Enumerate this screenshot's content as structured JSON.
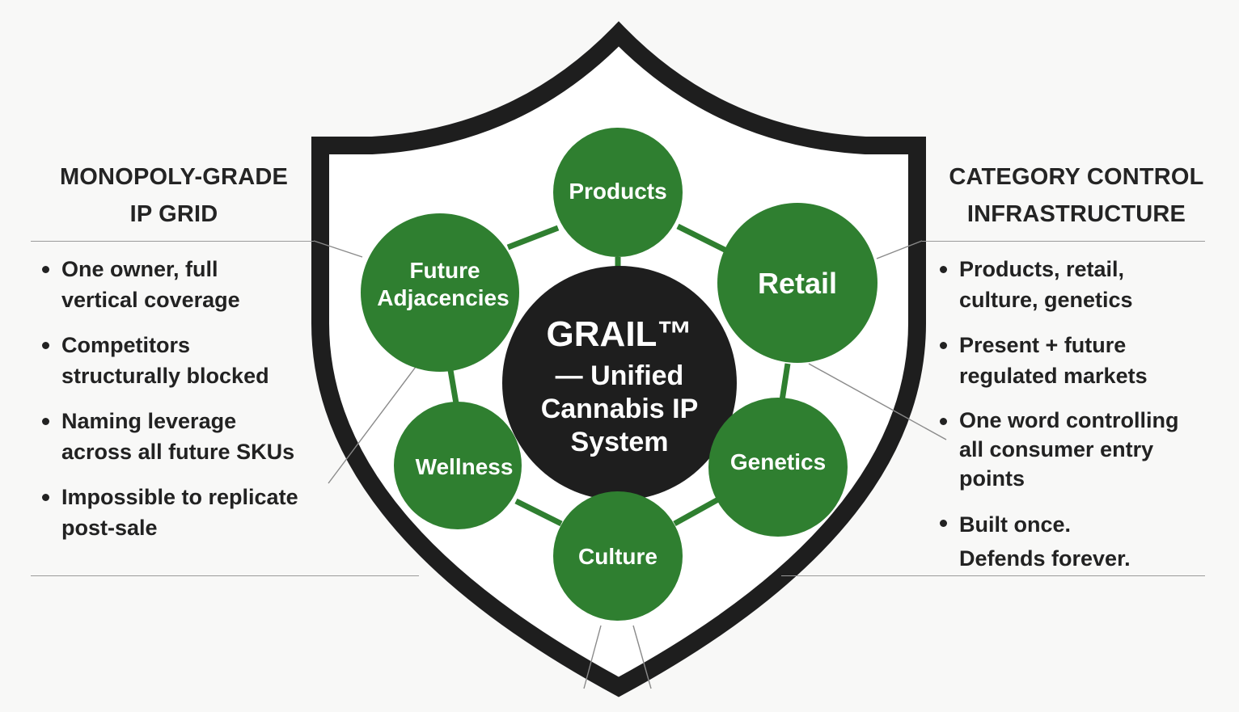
{
  "colors": {
    "node_green": "#2f7f30",
    "hub_black": "#1e1e1e",
    "shield_black": "#1e1e1e",
    "connector_green": "#2f7f30",
    "leader_gray": "#8a8a8a",
    "background": "#f8f8f7",
    "text": "#222222"
  },
  "left_panel": {
    "title_line1": "MONOPOLY-GRADE",
    "title_line2": "IP GRID",
    "bullets": [
      {
        "line1": "One owner, full",
        "line2": "vertical coverage"
      },
      {
        "line1": "Competitors",
        "line2": "structurally blocked"
      },
      {
        "line1": "Naming leverage",
        "line2": "across all future SKUs"
      },
      {
        "line1": "Impossible to replicate",
        "line2": "post-sale"
      }
    ]
  },
  "right_panel": {
    "title_line1": "CATEGORY CONTROL",
    "title_line2": "INFRASTRUCTURE",
    "bullets": [
      {
        "line1": "Products, retail,",
        "line2": "culture, genetics",
        "line3": ""
      },
      {
        "line1": "Present + future",
        "line2": "regulated markets",
        "line3": ""
      },
      {
        "line1": "One word controlling",
        "line2": "all consumer entry",
        "line3": "points"
      },
      {
        "line1": "Built once.",
        "line2": "Defends forever.",
        "line3": ""
      }
    ]
  },
  "hub": {
    "line1": "GRAIL™",
    "line2": "— Unified",
    "line3": "Cannabis IP",
    "line4": "System"
  },
  "nodes": {
    "products": "Products",
    "retail": "Retail",
    "genetics": "Genetics",
    "culture": "Culture",
    "wellness": "Wellness",
    "future_line1": "Future",
    "future_line2": "Adjacencies"
  }
}
